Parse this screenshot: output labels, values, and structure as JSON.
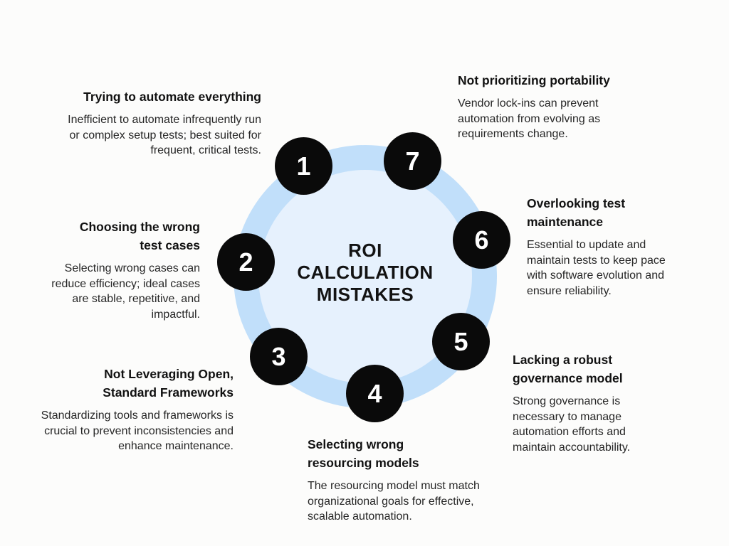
{
  "title": {
    "text": "ROI\nCALCULATION\nMISTAKES"
  },
  "items": [
    {
      "number": "1",
      "heading": "Trying to automate everything",
      "body": "Inefficient to automate infrequently run\nor complex setup tests; best suited for\nfrequent, critical tests."
    },
    {
      "number": "2",
      "heading": "Choosing the wrong\ntest cases",
      "body": "Selecting wrong cases can\nreduce efficiency; ideal cases\nare stable, repetitive, and\nimpactful."
    },
    {
      "number": "3",
      "heading": "Not Leveraging Open,\nStandard Frameworks",
      "body": "Standardizing tools and frameworks is\ncrucial to prevent inconsistencies and\nenhance maintenance."
    },
    {
      "number": "4",
      "heading": "Selecting wrong\nresourcing models",
      "body": "The resourcing model must match\norganizational goals for effective,\nscalable automation."
    },
    {
      "number": "5",
      "heading": "Lacking a robust\ngovernance model",
      "body": "Strong governance is\nnecessary to manage\nautomation efforts and\nmaintain accountability."
    },
    {
      "number": "6",
      "heading": "Overlooking test\nmaintenance",
      "body": "Essential to update and\nmaintain tests to keep pace\nwith software evolution and\nensure reliability."
    },
    {
      "number": "7",
      "heading": "Not prioritizing portability",
      "body": "Vendor lock-ins can prevent\nautomation from evolving as\nrequirements change."
    }
  ],
  "colors": {
    "background": "#fcfcfb",
    "ring": "#c1dffa",
    "inner_circle": "#e6f1fd",
    "node": "#0a0a0a",
    "node_text": "#ffffff",
    "heading_text": "#111111",
    "body_text": "#262626"
  }
}
